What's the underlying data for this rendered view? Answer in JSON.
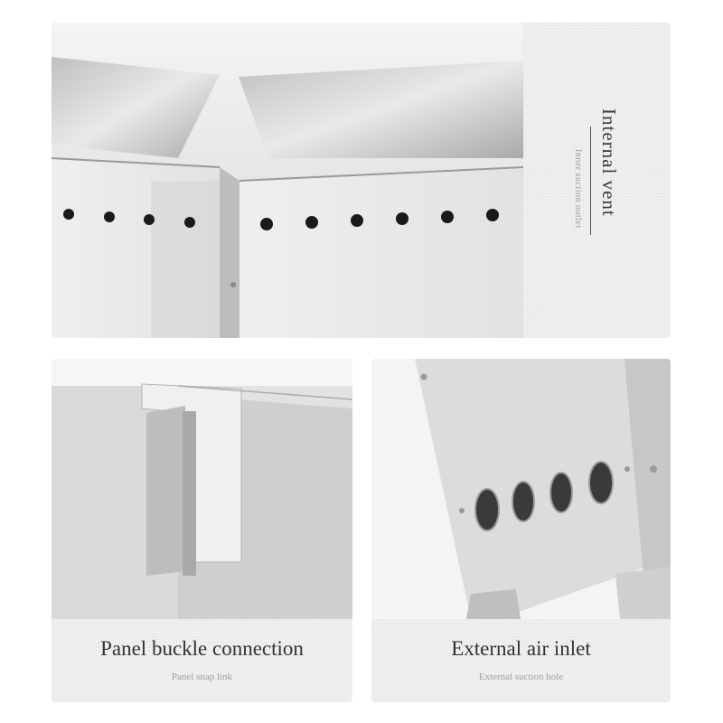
{
  "panels": {
    "internal_vent": {
      "title": "Internal vent",
      "subtitle": "Inner suction outlet"
    },
    "panel_buckle": {
      "title": "Panel buckle connection",
      "subtitle": "Panel snap link"
    },
    "external_inlet": {
      "title": "External air inlet",
      "subtitle": "External suction hole"
    }
  },
  "colors": {
    "steel_light": "#e4e4e4",
    "steel_mid": "#c9c9c9",
    "steel_dark": "#8a8a8a",
    "hole": "#1a1a1a"
  }
}
